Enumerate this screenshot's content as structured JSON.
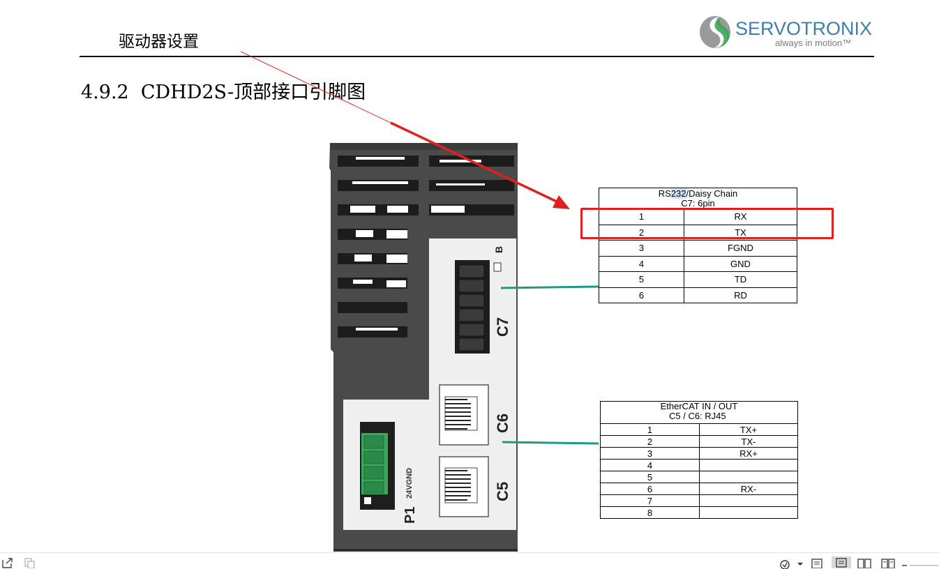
{
  "header": {
    "title": "驱动器设置",
    "logo_name": "SERVOTRONIX",
    "logo_tagline": "always in motion™",
    "logo_color": "#3e7fa8"
  },
  "section": {
    "heading": "4.9.2  CDHD2S-顶部接口引脚图"
  },
  "device": {
    "labels": {
      "c7": "C7",
      "c6": "C6",
      "c5": "C5",
      "p1": "P1",
      "p1_pins": "24VGND",
      "b": "B"
    },
    "connector_color": "#3aa65a",
    "leader_color": "#1a9a86"
  },
  "rs232_table": {
    "title_highlight": "232",
    "title_prefix": "RS",
    "title_suffix": "/Daisy Chain",
    "subtitle": "C7: 6pin",
    "rows": [
      {
        "pin": "1",
        "signal": "RX"
      },
      {
        "pin": "2",
        "signal": "TX"
      },
      {
        "pin": "3",
        "signal": "FGND"
      },
      {
        "pin": "4",
        "signal": "GND"
      },
      {
        "pin": "5",
        "signal": "TD"
      },
      {
        "pin": "6",
        "signal": "RD"
      }
    ]
  },
  "ethercat_table": {
    "title": "EtherCAT IN / OUT",
    "subtitle": "C5 / C6: RJ45",
    "rows": [
      {
        "pin": "1",
        "signal": "TX+"
      },
      {
        "pin": "2",
        "signal": "TX-"
      },
      {
        "pin": "3",
        "signal": "RX+"
      },
      {
        "pin": "4",
        "signal": ""
      },
      {
        "pin": "5",
        "signal": ""
      },
      {
        "pin": "6",
        "signal": "RX-"
      },
      {
        "pin": "7",
        "signal": ""
      },
      {
        "pin": "8",
        "signal": ""
      }
    ]
  },
  "annotation": {
    "color": "#e02020"
  },
  "statusbar": {
    "icons": [
      "export-icon",
      "copy-icon",
      "protect-icon",
      "dropdown-icon",
      "page-view-icon",
      "page-view-active-icon",
      "two-page-icon",
      "book-view-icon",
      "zoom-out-icon"
    ]
  }
}
